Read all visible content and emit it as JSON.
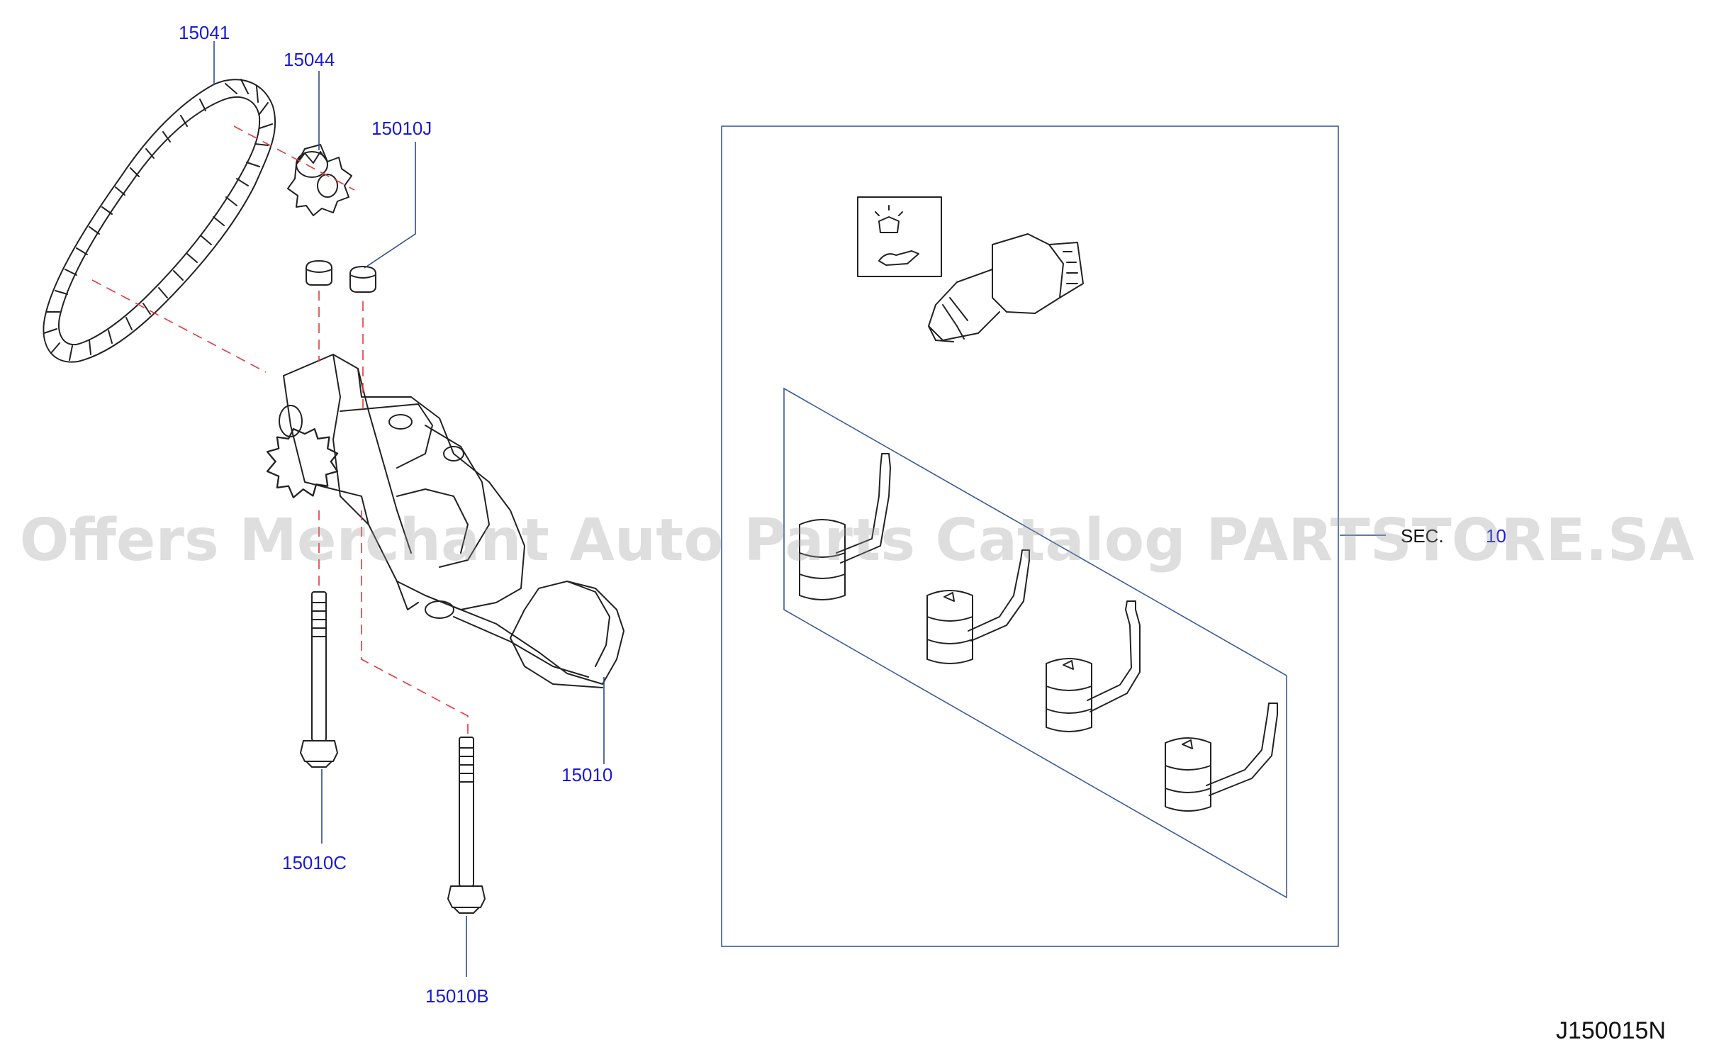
{
  "parts": {
    "chain": "15041",
    "sprocket": "15044",
    "dowel": "15010J",
    "oil_pump": "15010",
    "bolt_short": "15010C",
    "bolt_long": "15010B"
  },
  "section_ref": {
    "prefix": "SEC.",
    "number": "10"
  },
  "diagram_id": "J150015N",
  "watermark": "Offers Merchant Auto Parts Catalog PARTSTORE.SA",
  "colors": {
    "label": "#1a1ad6",
    "leader": "#2c4a8a",
    "center_line": "#e0393e",
    "frame": "#3b5c9a"
  }
}
